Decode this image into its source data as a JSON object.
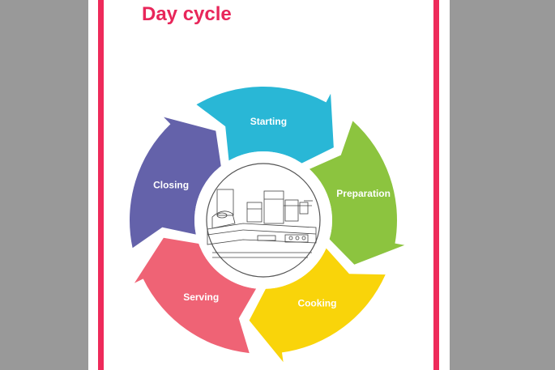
{
  "title": "Day cycle",
  "colors": {
    "title": "#e8265a",
    "border": "#ee2a5a",
    "background": "#999999",
    "page": "#ffffff"
  },
  "cycle": {
    "center_image": "kitchen-illustration",
    "stages": [
      {
        "label": "Starting",
        "color": "#29b7d6"
      },
      {
        "label": "Preparation",
        "color": "#8cc43f"
      },
      {
        "label": "Cooking",
        "color": "#f9d40a"
      },
      {
        "label": "Serving",
        "color": "#ef6375"
      },
      {
        "label": "Closing",
        "color": "#6462aa"
      }
    ]
  }
}
